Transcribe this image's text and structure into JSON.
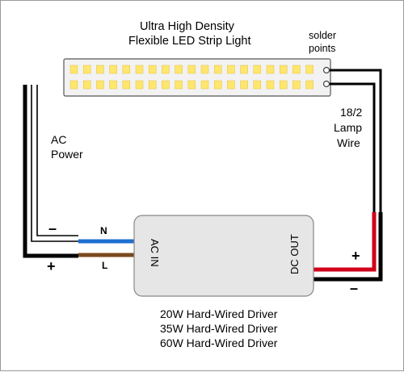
{
  "strip": {
    "title_line1": "Ultra High Density",
    "title_line2": "Flexible LED Strip Light",
    "led_color": "#ffe66d",
    "body_color": "#f2f2f2"
  },
  "solder": {
    "line1": "solder",
    "line2": "points"
  },
  "lamp_wire": {
    "line1": "18/2",
    "line2": "Lamp",
    "line3": "Wire"
  },
  "ac_power": {
    "line1": "AC",
    "line2": "Power",
    "minus": "–",
    "plus": "+"
  },
  "neutral_letter": "N",
  "line_letter": "L",
  "driver": {
    "ac_in": "AC IN",
    "dc_out": "DC OUT",
    "body_color": "#e6e6e6",
    "models": [
      "20W Hard-Wired Driver",
      "35W Hard-Wired Driver",
      "60W Hard-Wired Driver"
    ]
  },
  "dc_output": {
    "plus": "+",
    "minus": "–"
  },
  "colors": {
    "neutral_wire": "#1f6fd0",
    "line_wire": "#7a4a1e",
    "positive_wire": "#d0021b",
    "negative_wire": "#000000"
  }
}
